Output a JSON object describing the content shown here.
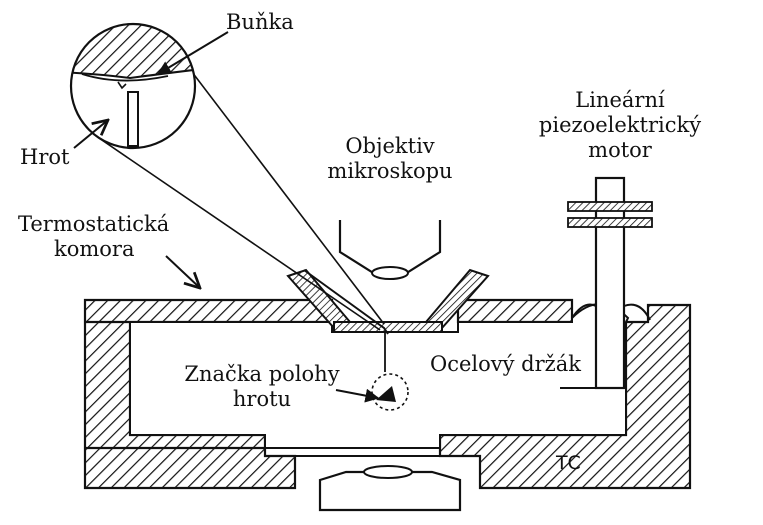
{
  "labels": {
    "cell": "Buňka",
    "tip": "Hrot",
    "objective_line1": "Objektiv",
    "objective_line2": "mikroskopu",
    "motor_line1": "Lineární",
    "motor_line2": "piezoelektrický",
    "motor_line3": "motor",
    "chamber_line1": "Termostatická",
    "chamber_line2": "komora",
    "holder": "Ocelový držák",
    "marker_line1": "Značka polohy",
    "marker_line2": "hrotu",
    "tc": "TC"
  }
}
